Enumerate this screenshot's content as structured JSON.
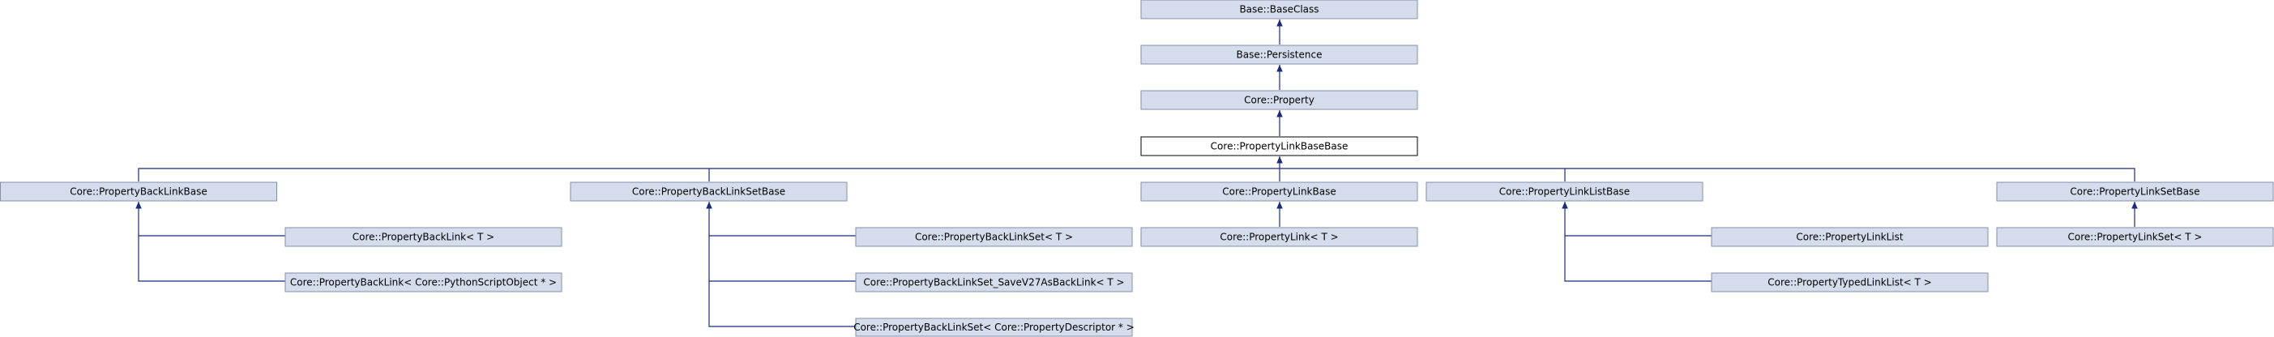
{
  "nodes": {
    "base_class": "Base::BaseClass",
    "persistence": "Base::Persistence",
    "property": "Core::Property",
    "property_link_base_base": "Core::PropertyLinkBaseBase",
    "property_back_link_base": "Core::PropertyBackLinkBase",
    "property_back_link_set_base": "Core::PropertyBackLinkSetBase",
    "property_link_base": "Core::PropertyLinkBase",
    "property_link_list_base": "Core::PropertyLinkListBase",
    "property_link_set_base": "Core::PropertyLinkSetBase",
    "property_back_link_t": "Core::PropertyBackLink< T >",
    "property_back_link_python": "Core::PropertyBackLink< Core::PythonScriptObject * >",
    "property_back_link_set_t": "Core::PropertyBackLinkSet< T >",
    "property_back_link_set_save": "Core::PropertyBackLinkSet_SaveV27AsBackLink< T >",
    "property_back_link_set_descriptor": "Core::PropertyBackLinkSet< Core::PropertyDescriptor * >",
    "property_link_t": "Core::PropertyLink< T >",
    "property_link_list": "Core::PropertyLinkList",
    "property_typed_link_list": "Core::PropertyTypedLinkList< T >",
    "property_link_set_t": "Core::PropertyLinkSet< T >"
  },
  "colors": {
    "node_fill": "#d5dcec",
    "node_fill_current": "#ffffff",
    "node_border": "#838fa6",
    "node_border_current": "#000000",
    "edge": "#1a2a7a"
  }
}
